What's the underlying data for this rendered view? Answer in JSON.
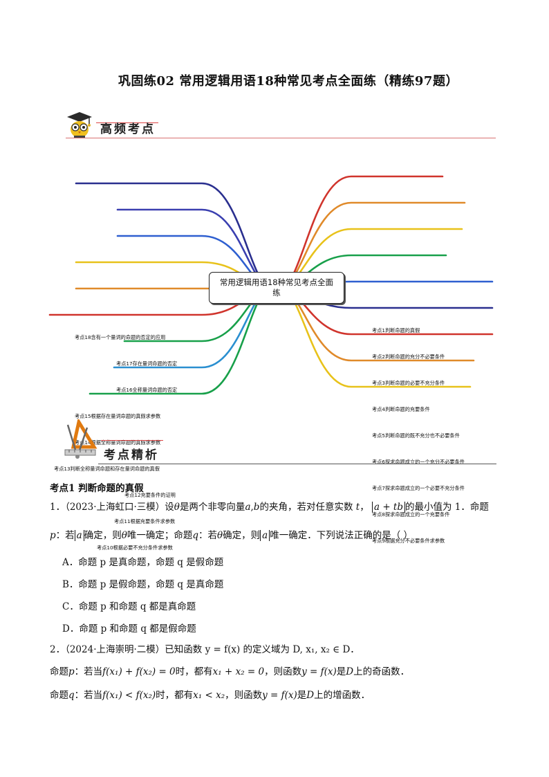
{
  "title": "巩固练02  常用逻辑用语18种常见考点全面练（精练97题）",
  "banner1": {
    "text": "高频考点",
    "icon": "owl-graduate-icon"
  },
  "banner2": {
    "text": "考点精析",
    "icon": "ruler-compass-icon"
  },
  "mindmap": {
    "center": "常用逻辑用语18种常见考点全面练",
    "left": [
      "考点18含有一个量词的命题的否定的应用",
      "考点17存在量词命题的否定",
      "考点16全称量词命题的否定",
      "考点15根据存在量词命题的真假求参数",
      "考点14根据全称量词命题的真假求参数",
      "考点13判断全称量词命题和存在量词命题的真假",
      "考点12充要条件的证明",
      "考点11根据充要条件求参数",
      "考点10根据必要不充分条件求参数"
    ],
    "right": [
      "考点1判断命题的真假",
      "考点2判断命题的充分不必要条件",
      "考点3判断命题的必要不充分条件",
      "考点4判断命题的充要条件",
      "考点5判断命题的既不充分也不必要条件",
      "考点6探求命题成立的一个充分不必要条件",
      "考点7探求命题成立的一个必要不充分条件",
      "考点8探求命题成立的一个充要条件",
      "考点9根据充分不必要条件求参数"
    ],
    "colors_left": [
      "#2a2f8f",
      "#3a3fb0",
      "#2e5fd0",
      "#e8c21a",
      "#e08a2a",
      "#d0342c",
      "#18a04a",
      "#2a8fd0",
      "#18a04a"
    ],
    "colors_right": [
      "#d0342c",
      "#e08a2a",
      "#e8c21a",
      "#18a04a",
      "#2e5fd0",
      "#2a2f8f",
      "#d0342c",
      "#e08a2a",
      "#e8c21a"
    ]
  },
  "section1": {
    "heading": "考点1 判断命题的真假",
    "q1": {
      "num": "1．",
      "source": "（2023·上海虹口·三模）",
      "line1_a": "设",
      "theta": "θ",
      "line1_b": "是两个非零向量",
      "vec_a": "a",
      "comma": ",",
      "vec_b": "b",
      "line1_c": "的夹角，若对任意实数",
      "t": "t",
      "line1_d": "，",
      "abs_expr": "a + tb",
      "line1_e": "的最小值为 1．命题",
      "p": "p",
      "line2_a": "：若",
      "line2_b": "确定，则",
      "line2_c": "唯一确定；命题",
      "q": "q",
      "line2_d": "：若",
      "line2_e": "确定，则",
      "line2_f": "唯一确定．下列说法正确的是（    ）",
      "options": [
        {
          "label": "A．",
          "text": "命题 p 是真命题，命题 q 是假命题"
        },
        {
          "label": "B．",
          "text": "命题 p 是假命题，命题 q 是真命题"
        },
        {
          "label": "C．",
          "text": "命题 p 和命题 q 都是真命题"
        },
        {
          "label": "D．",
          "text": "命题 p 和命题 q 都是假命题"
        }
      ]
    },
    "q2": {
      "num": "2．",
      "source": "（2024·上海崇明·二模）",
      "line1": "已知函数 y = f(x) 的定义域为 D, x₁, x₂ ∈ D．",
      "line2_a": "命题",
      "line2_b": "：若当",
      "line2_expr": "f(x₁) + f(x₂) = 0",
      "line2_c": "时，都有",
      "line2_expr2": "x₁ + x₂ = 0",
      "line2_d": "，则函数",
      "line2_expr3": "y = f(x)",
      "line2_e": "是",
      "line2_D": "D",
      "line2_f": "上的奇函数．",
      "line3_a": "命题",
      "line3_b": "：若当",
      "line3_expr": "f(x₁) < f(x₂)",
      "line3_c": "时，都有",
      "line3_expr2": "x₁ < x₂",
      "line3_d": "，则函数",
      "line3_expr3": "y = f(x)",
      "line3_e": "是",
      "line3_D": "D",
      "line3_f": "上的增函数．"
    }
  }
}
